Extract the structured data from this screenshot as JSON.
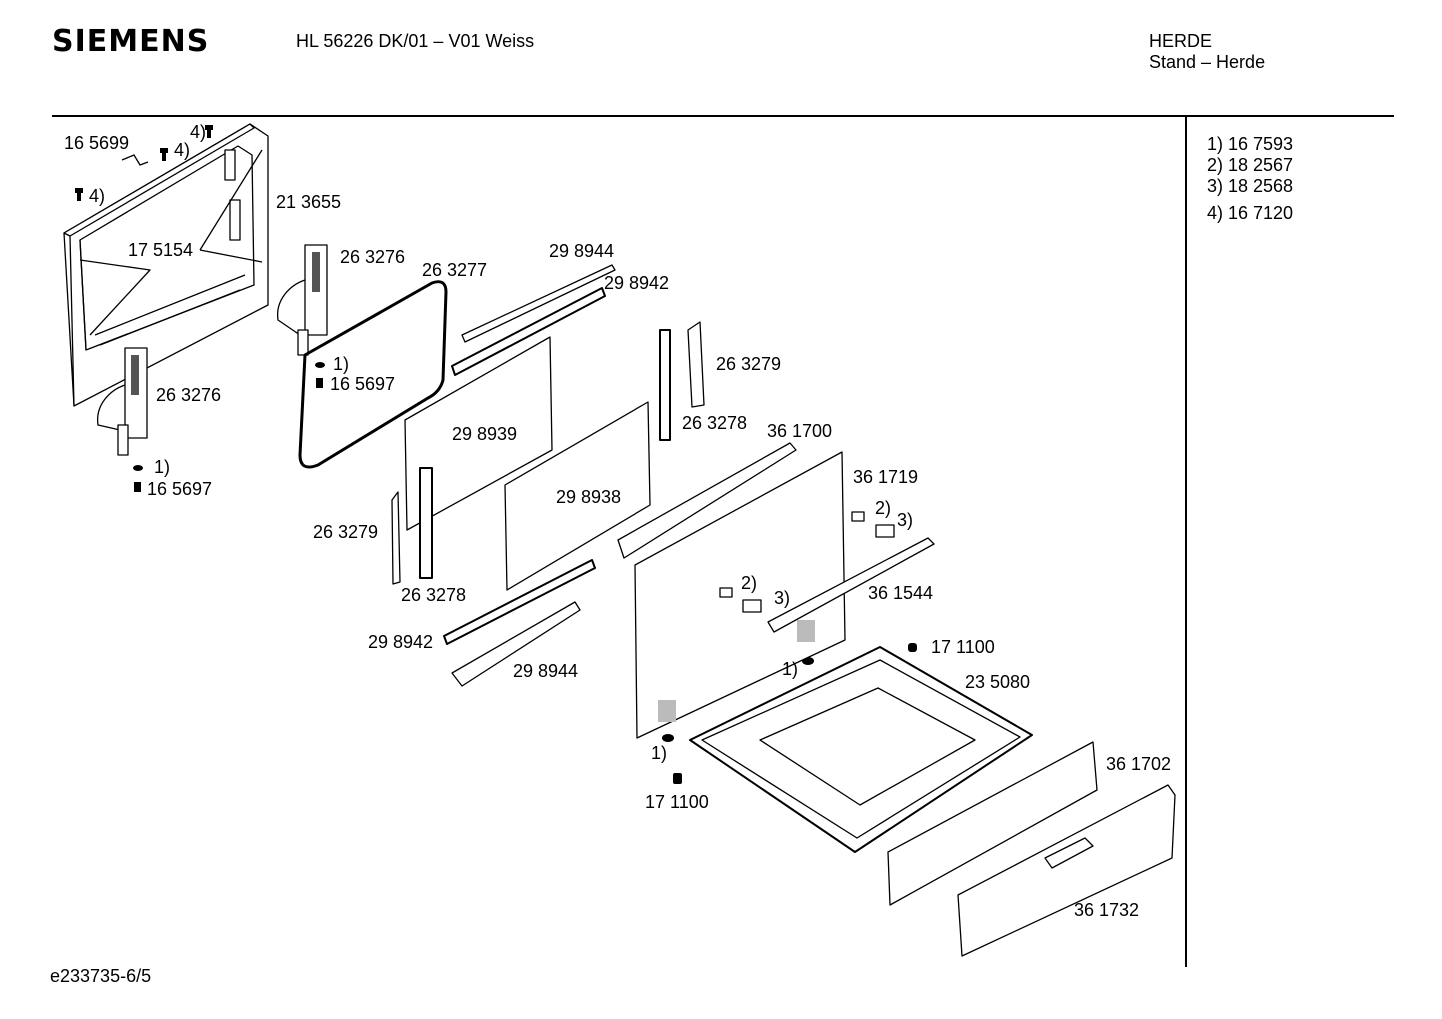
{
  "header": {
    "brand": "SIEMENS",
    "model": "HL 56226 DK/01 – V01 Weiss",
    "category": "HERDE",
    "subcategory": "Stand – Herde"
  },
  "legend": [
    "1) 16 7593",
    "2) 18 2567",
    "3) 18 2568",
    "4) 16 7120"
  ],
  "labels": {
    "p165699": "16 5699",
    "n4a": "4)",
    "n4b": "4)",
    "n4c": "4)",
    "p213655": "21 3655",
    "p175154": "17 5154",
    "p263276a": "26 3276",
    "p263277": "26 3277",
    "p298944a": "29 8944",
    "p298942a": "29 8942",
    "n1a": "1)",
    "p165697a": "16 5697",
    "p263279a": "26 3279",
    "p263276b": "26 3276",
    "p298939": "29 8939",
    "p263278a": "26 3278",
    "p361700": "36 1700",
    "n1b": "1)",
    "p165697b": "16 5697",
    "p361719": "36 1719",
    "n2a": "2)",
    "n3a": "3)",
    "p298938": "29 8938",
    "p263279b": "26 3279",
    "n2b": "2)",
    "n3b": "3)",
    "p361544": "36 1544",
    "p263278b": "26 3278",
    "p298942b": "29 8942",
    "p171100a": "17 1100",
    "p298944b": "29 8944",
    "n1c": "1)",
    "p235080": "23 5080",
    "n1d": "1)",
    "p361702": "36 1702",
    "p171100b": "17 1100",
    "p361732": "36 1732"
  },
  "footer": {
    "code": "e233735-6/5"
  }
}
